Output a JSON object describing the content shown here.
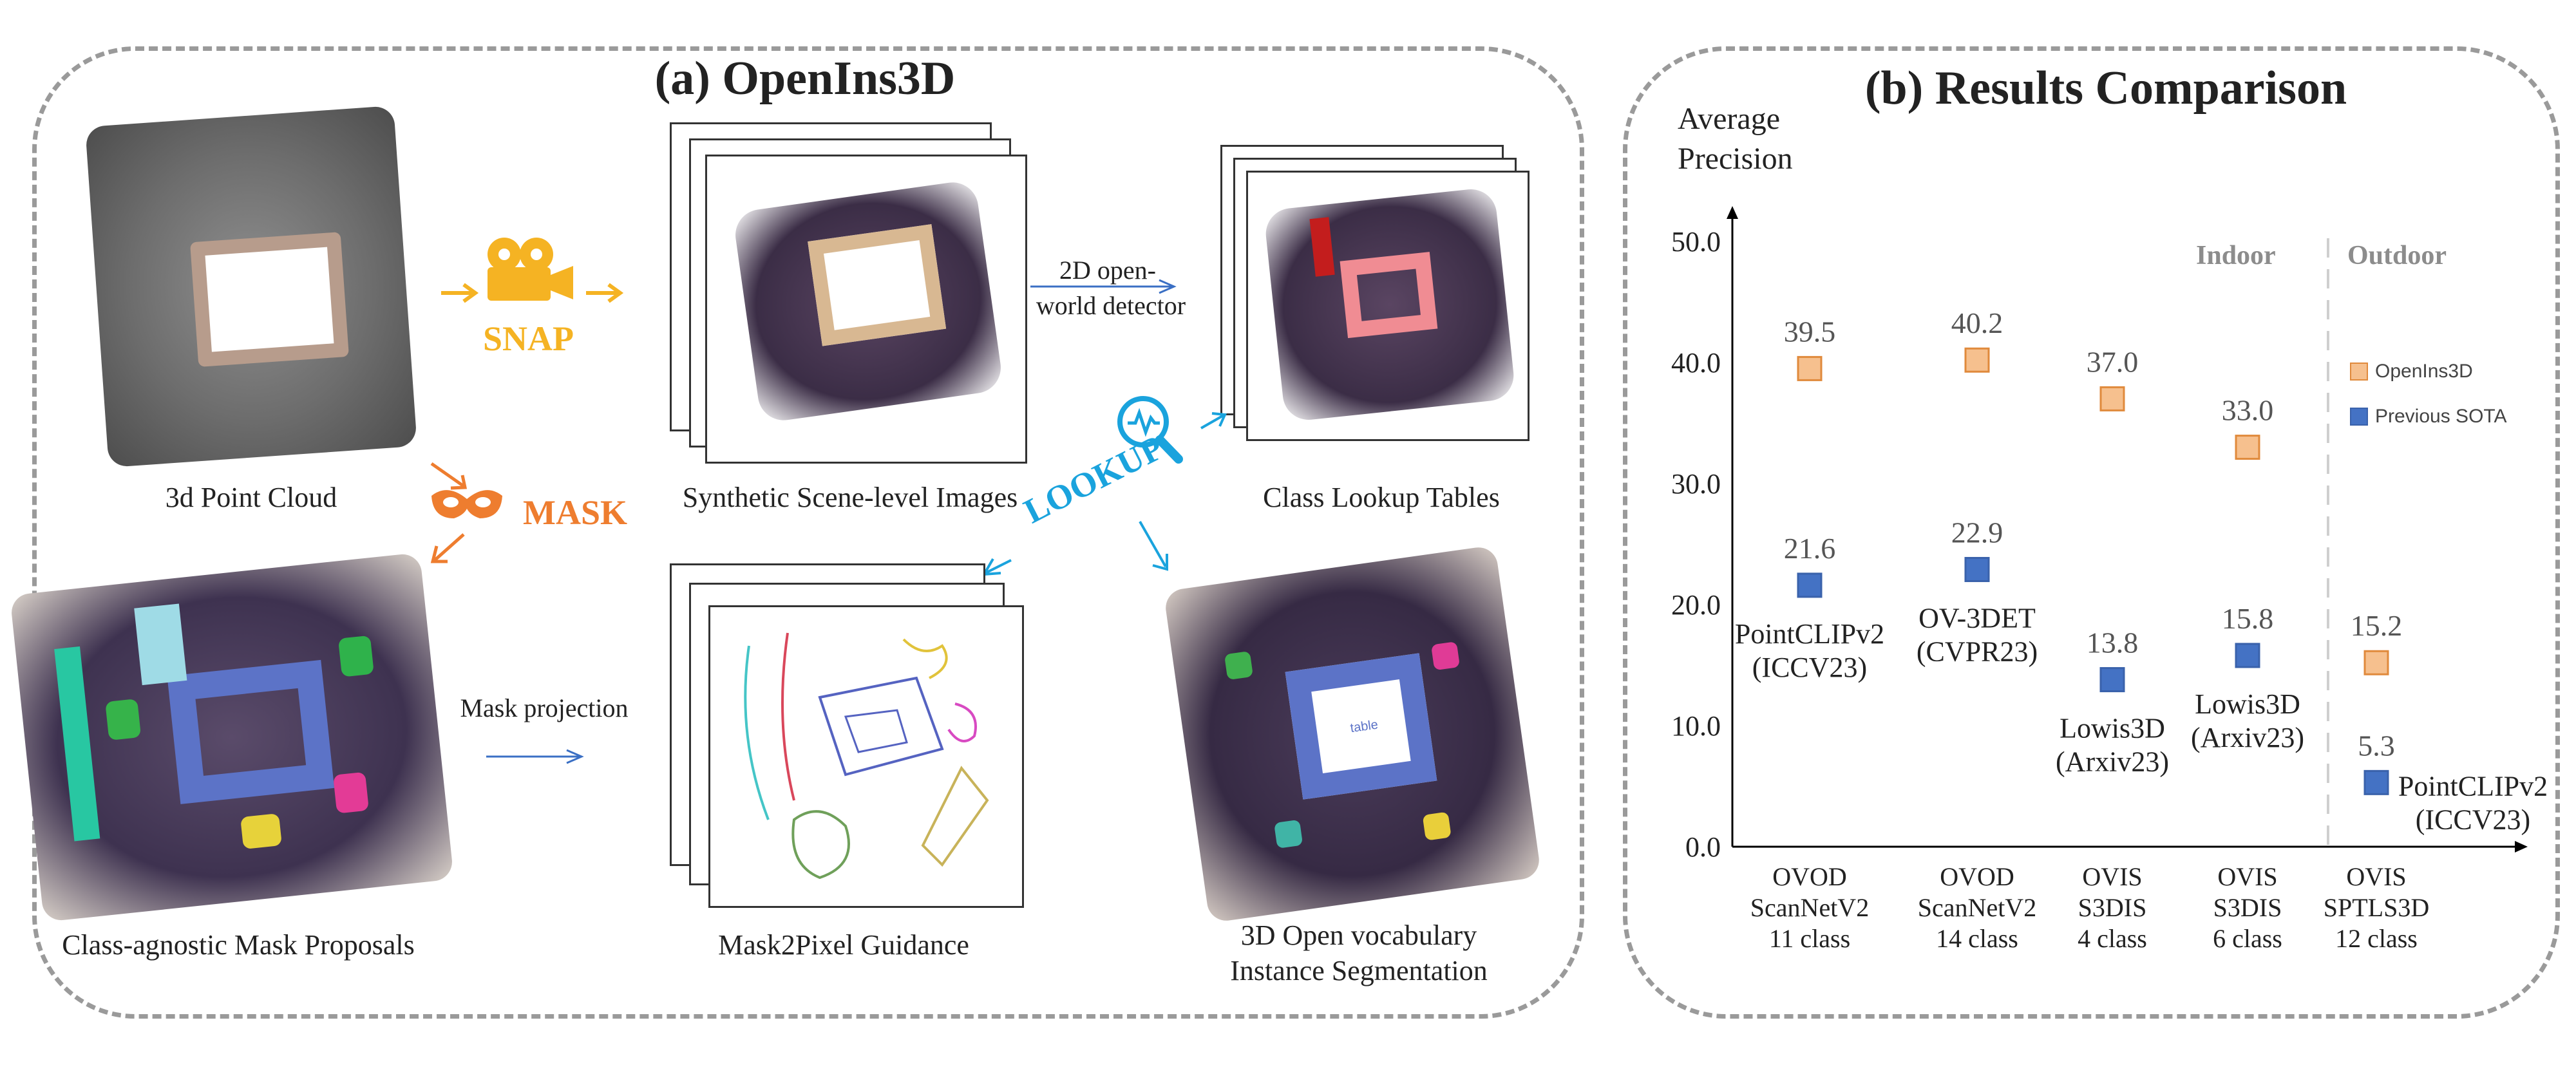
{
  "panel_a": {
    "title": "(a) OpenIns3D",
    "labels": {
      "point_cloud": "3d Point Cloud",
      "synthetic": "Synthetic Scene-level Images",
      "lookup_tables": "Class Lookup Tables",
      "mask_proposals": "Class-agnostic Mask Proposals",
      "mask2pixel": "Mask2Pixel Guidance",
      "seg_line1": "3D Open vocabulary",
      "seg_line2": "Instance Segmentation"
    },
    "keywords": {
      "snap": "SNAP",
      "mask": "MASK",
      "lookup": "LOOKUP"
    },
    "arrows": {
      "detector_line1": "2D open-",
      "detector_line2": "world detector",
      "mask_projection": "Mask projection"
    },
    "scene_tag": "table",
    "colors": {
      "snap": "#f5b323",
      "mask": "#ee7d2f",
      "lookup": "#1aa3dd",
      "arrow": "#3a6fc4"
    }
  },
  "panel_b": {
    "title": "(b) Results Comparison",
    "ylabel_line1": "Average",
    "ylabel_line2": "Precision",
    "region_indoor": "Indoor",
    "region_outdoor": "Outdoor",
    "x_labels": [
      [
        "OVOD",
        "ScanNetV2",
        "11 class"
      ],
      [
        "OVOD",
        "ScanNetV2",
        "14 class"
      ],
      [
        "OVIS",
        "S3DIS",
        "4 class"
      ],
      [
        "OVIS",
        "S3DIS",
        "6 class"
      ],
      [
        "OVIS",
        "SPTLS3D",
        "12 class"
      ]
    ],
    "sota_names": [
      [
        "PointCLIPv2",
        "(ICCV23)"
      ],
      [
        "OV-3DET",
        "(CVPR23)"
      ],
      [
        "Lowis3D",
        "(Arxiv23)"
      ],
      [
        "Lowis3D",
        "(Arxiv23)"
      ],
      [
        "PointCLIPv2",
        "(ICCV23)"
      ]
    ]
  },
  "chart_data": {
    "type": "scatter",
    "ylim": [
      0,
      50
    ],
    "yticks": [
      "0.0",
      "10.0",
      "20.0",
      "30.0",
      "40.0",
      "50.0"
    ],
    "categories": [
      "OVOD ScanNetV2 11 class",
      "OVOD ScanNetV2 14 class",
      "OVIS S3DIS 4 class",
      "OVIS S3DIS 6 class",
      "OVIS SPTLS3D 12 class"
    ],
    "series": [
      {
        "name": "OpenIns3D",
        "color": "#f6c08e",
        "edge": "#e08a3c",
        "values": [
          39.5,
          40.2,
          37.0,
          33.0,
          15.2
        ],
        "labels": [
          "39.5",
          "40.2",
          "37.0",
          "33.0",
          "15.2"
        ]
      },
      {
        "name": "Previous SOTA",
        "color": "#4472c4",
        "edge": "#3a62ab",
        "values": [
          21.6,
          22.9,
          13.8,
          15.8,
          5.3
        ],
        "labels": [
          "21.6",
          "22.9",
          "13.8",
          "15.8",
          "5.3"
        ]
      }
    ],
    "legend": "right"
  }
}
